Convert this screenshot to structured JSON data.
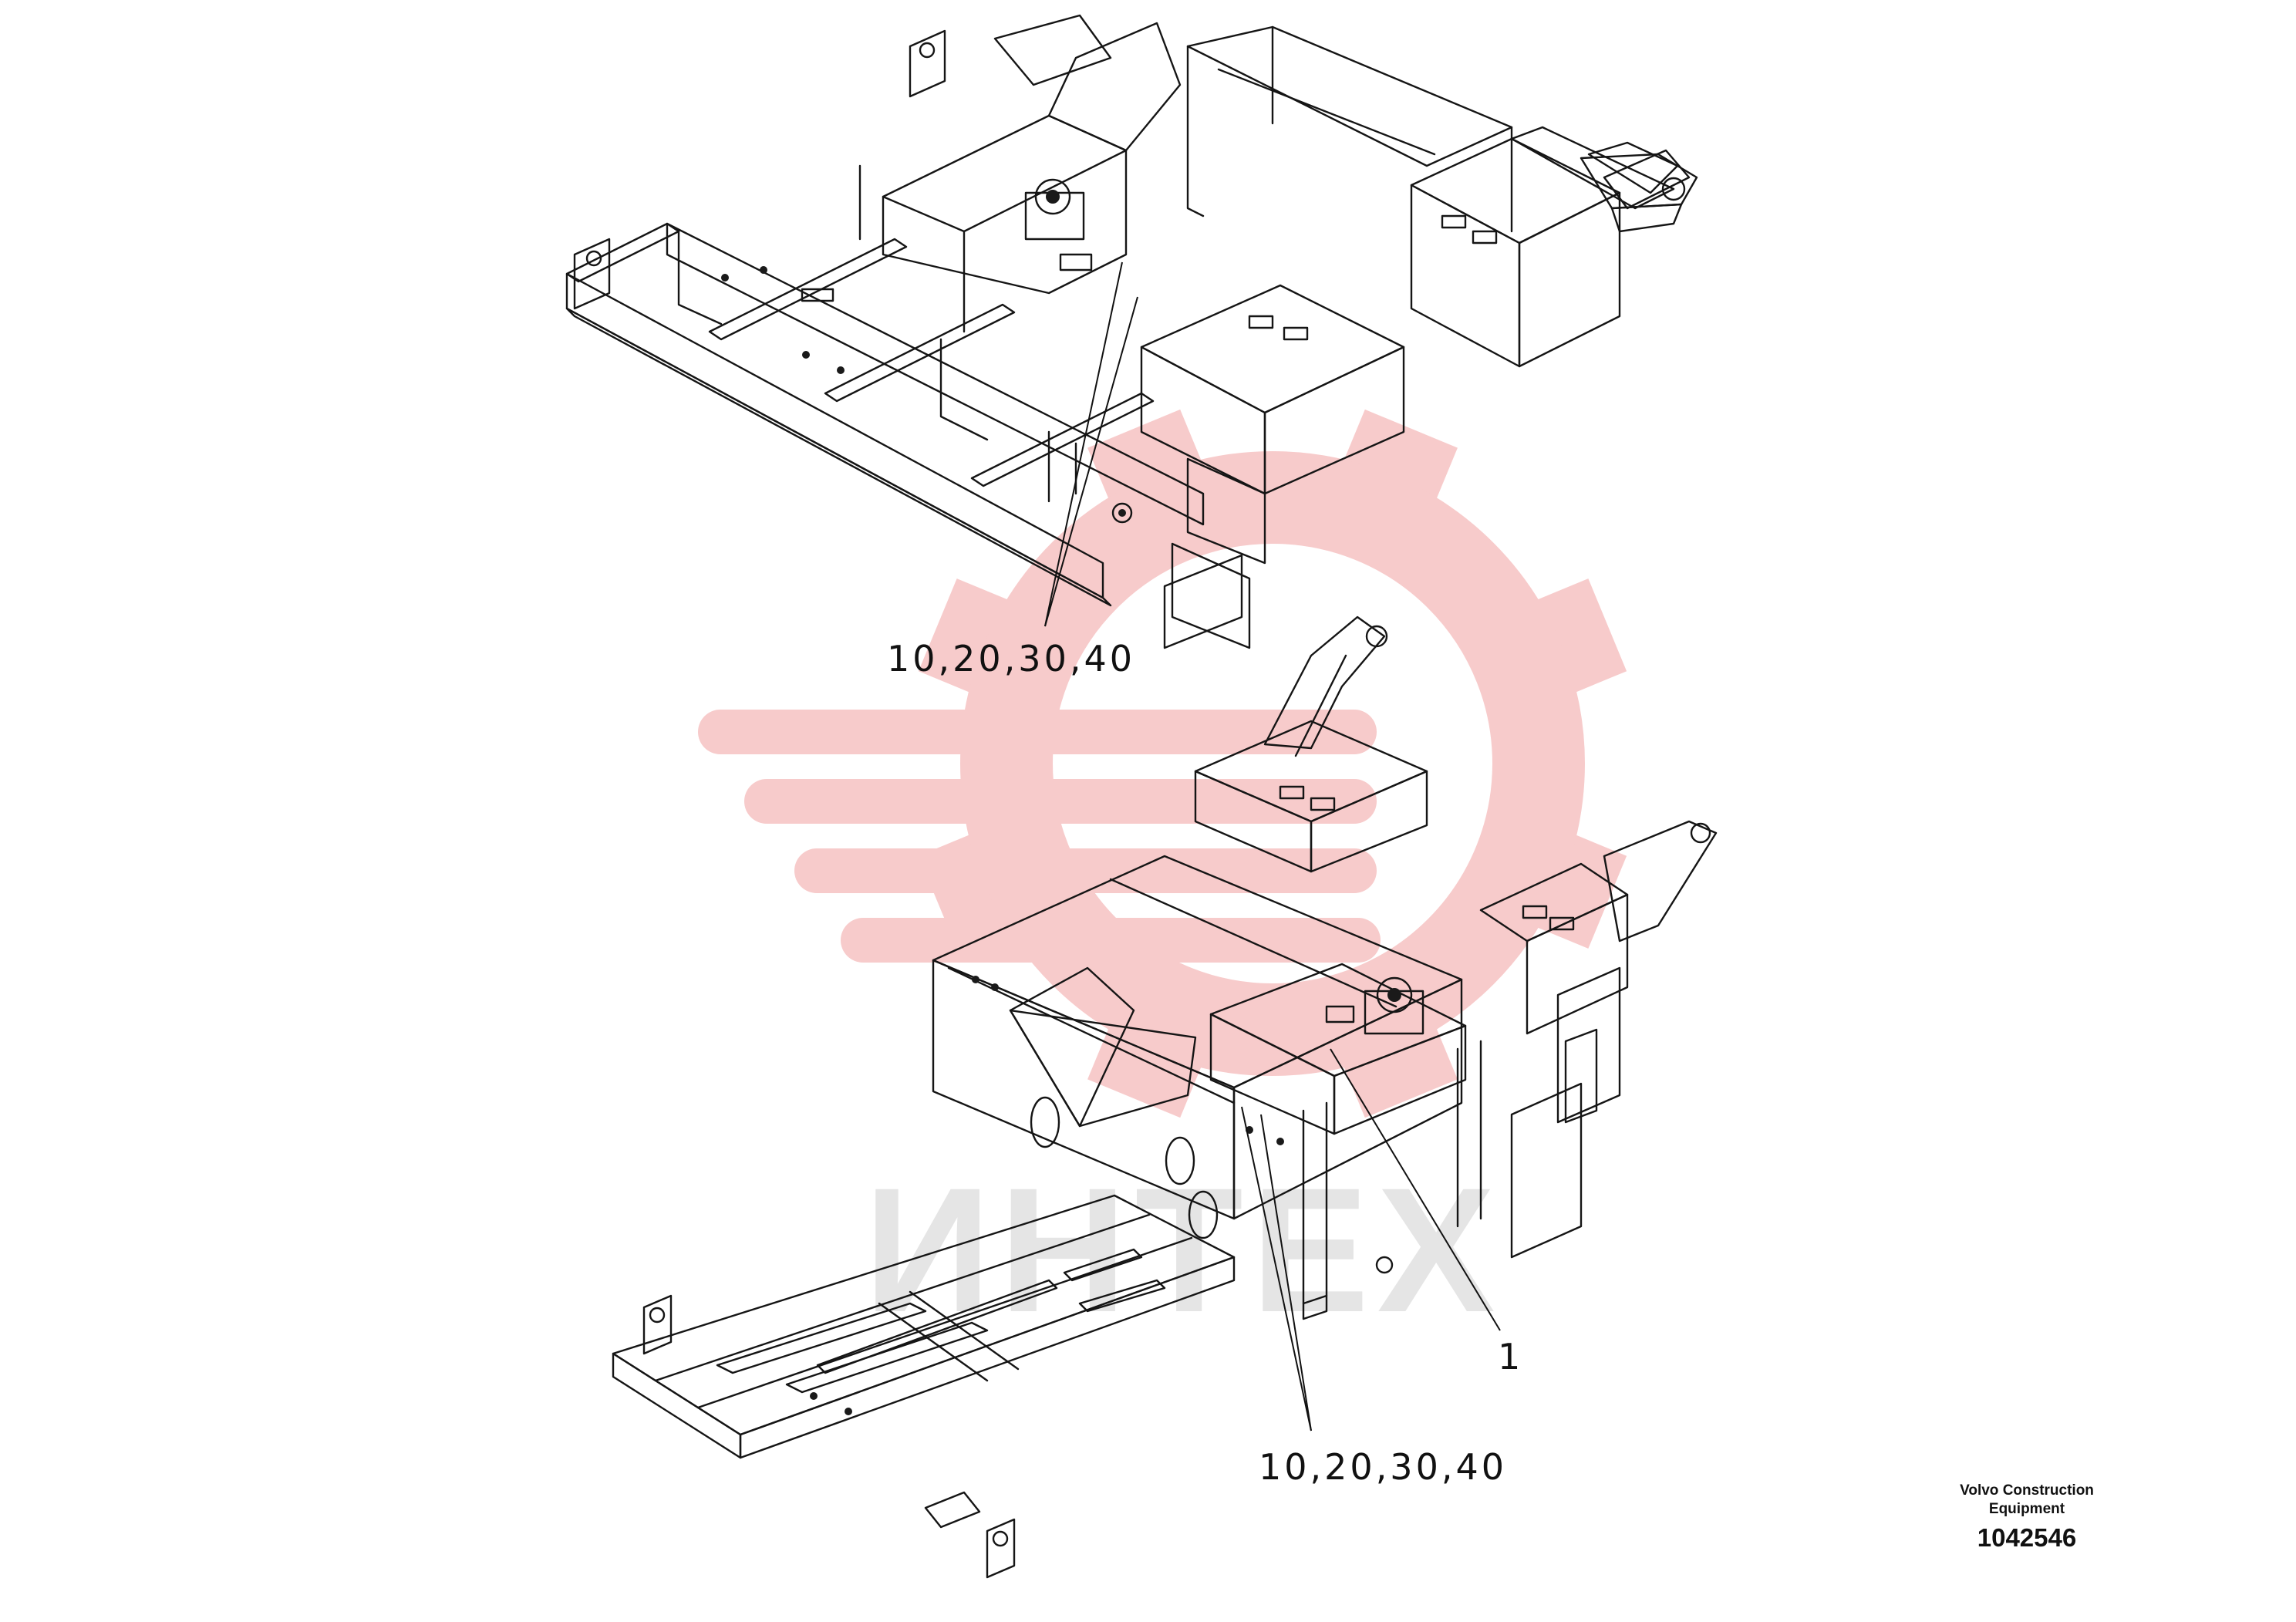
{
  "diagram": {
    "callouts": {
      "upper_parts": "10,20,30,40",
      "lower_parts": "10,20,30,40",
      "lower_item": "1"
    },
    "watermark": {
      "text": "ИНТЕХ",
      "logo_color": "#f7c9c9",
      "text_color": "#e3e3e3"
    },
    "title_block": {
      "brand_line1": "Volvo Construction",
      "brand_line2": "Equipment",
      "document_number": "1042546"
    }
  }
}
